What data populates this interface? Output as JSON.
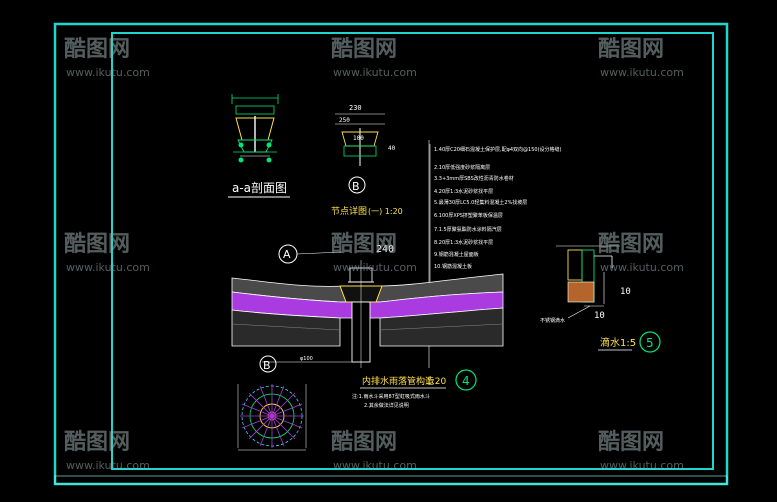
{
  "drawing": {
    "section_a_title": "a-a剖面图",
    "node_detail_label": "节点详图",
    "node_detail_title": "(一) 1:20",
    "main_detail_title": "内排水雨落管构造",
    "main_detail_scale": "1:20",
    "main_detail_number": "4",
    "drip_title": "滴水1:5",
    "drip_number": "5",
    "marker_a": "A",
    "marker_b": "B",
    "marker_b2": "B",
    "dim_230": "230",
    "dim_top": "250",
    "dim_side": "40",
    "dim_100": "100",
    "dim_240": "240",
    "dim_10a": "10",
    "dim_10b": "10",
    "pipe_note": "φ100",
    "drip_note": "不锈钢滴水",
    "notes": [
      "1.40厚C20细石混凝土保护层,配φ4双向@150(设分格缝)",
      "2.10厚低强度砂浆隔离层",
      "3.3+3mm厚SBS改性沥青防水卷材",
      "4.20厚1:3水泥砂浆找平层",
      "5.最薄30厚LC5.0轻集料混凝土2%找坡层",
      "6.100厚XPS挤塑聚苯板保温层",
      "7.1.5厚聚氨酯防水涂料隔汽层",
      "8.20厚1:3水泥砂浆找平层",
      "9.钢筋混凝土屋面板",
      "10.钢筋混凝土板"
    ],
    "footnote_1": "注:1.雨水斗采用87型虹吸式雨水斗",
    "footnote_2": "2.其余做法详见说明"
  },
  "watermark": {
    "brand": "酷图网",
    "url": "www.ikutu.com"
  },
  "colors": {
    "background": "#000000",
    "frame": "#1fd6cc",
    "line": "#ffffff",
    "hatch": "#a93be0",
    "dim": "#00e676",
    "accent": "#ffe04a",
    "cyan": "#3fd9f5",
    "red": "#e84a4a"
  }
}
